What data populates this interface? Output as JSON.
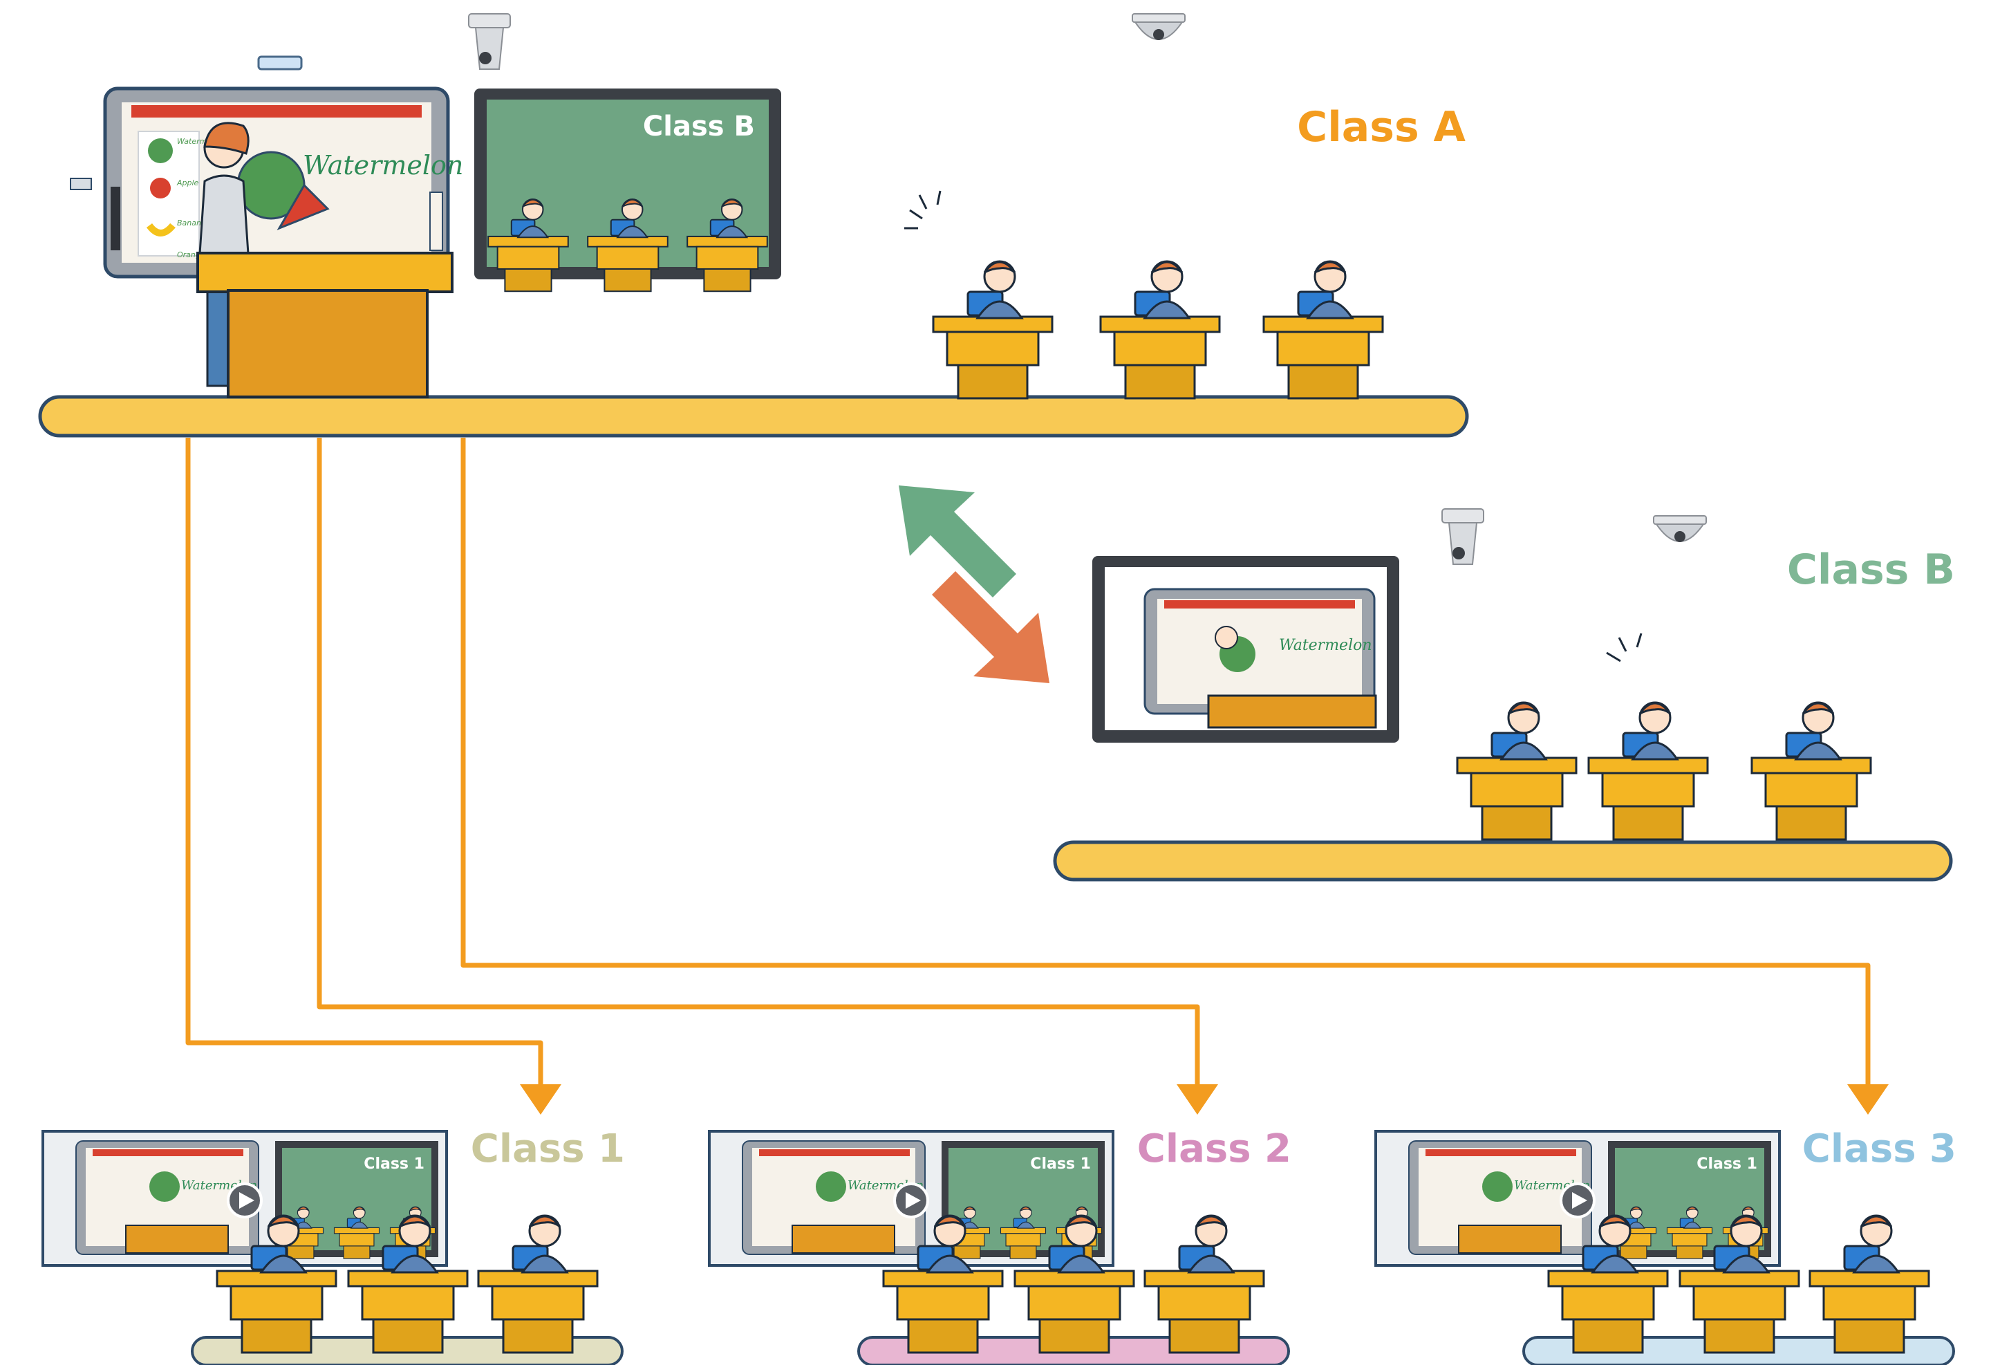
{
  "labels": {
    "class_a": "Class A",
    "class_b": "Class B",
    "class_1": "Class 1",
    "class_2": "Class 2",
    "class_3": "Class 3",
    "remote_screen_a": "Class B",
    "remote_screen_1": "Class 1",
    "remote_screen_2": "Class 1",
    "remote_screen_3": "Class 1",
    "lesson_word_main": "Watermelon",
    "lesson_word_b": "Watermelon",
    "lesson_word_1": "Watermelon",
    "lesson_word_2": "Watermelon",
    "lesson_word_3": "Watermelon",
    "fruit_1": "Watermelon",
    "fruit_2": "Apple",
    "fruit_3": "Banana",
    "fruit_4": "Orange"
  },
  "colors": {
    "class_a": "#f39c1f",
    "class_b": "#7fb795",
    "class_1": "#c9c79a",
    "class_2": "#d58ebd",
    "class_3": "#8fc3df",
    "connector": "#f39c1f",
    "arrow_up": "#6aaa84",
    "arrow_down": "#e37a4c",
    "screen_green": "#6fa583",
    "dark_frame": "#3b3f45",
    "desk": "#f4b623",
    "desk_dark": "#e0a31b",
    "floor_fill": "#f8c954",
    "floor_edge": "#2e4a68"
  },
  "icons": {
    "camera_left": "ptz-camera-icon",
    "camera_dome": "dome-camera-icon",
    "play": "play-icon"
  }
}
